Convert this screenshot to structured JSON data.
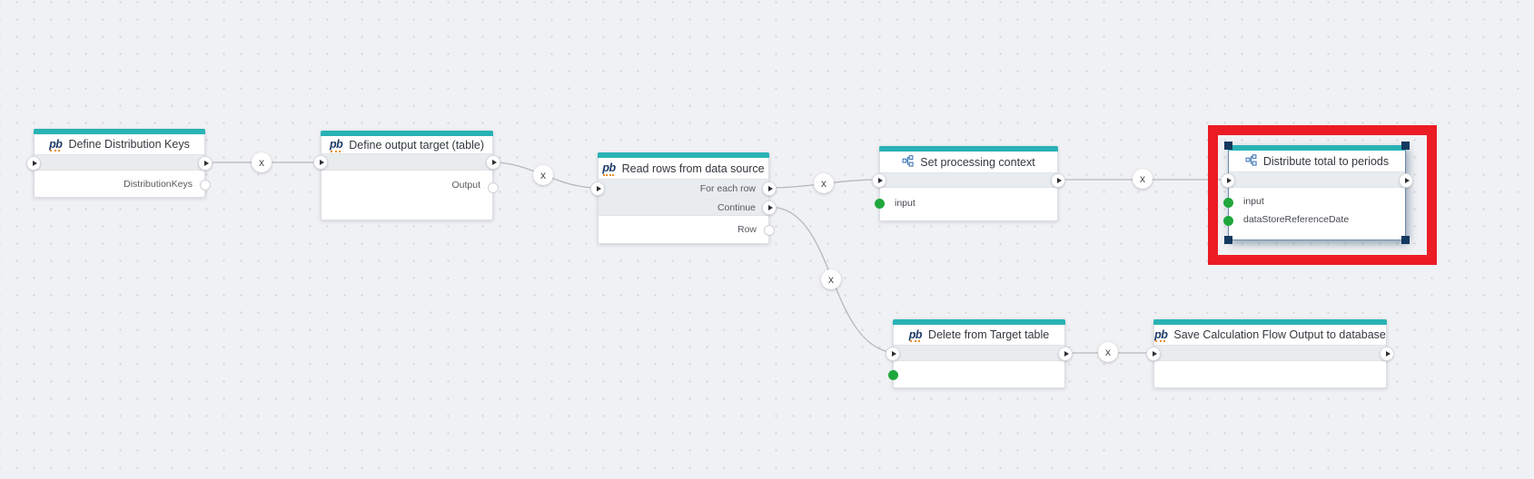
{
  "icons": {
    "pb_text": "pb"
  },
  "colors": {
    "accent_teal": "#29b2b5",
    "port_row_gray": "#e9ecef",
    "green_port": "#1fa73d",
    "highlight_red": "#ec1c24",
    "selection_handle": "#14395f",
    "wire_gray": "#b5b8bd",
    "canvas_bg": "#f0f1f4"
  },
  "nodes": [
    {
      "title": "Define Distribution Keys",
      "icon": "pb-icon",
      "output_ports": [
        "DistributionKeys"
      ]
    },
    {
      "title": "Define output target (table)",
      "icon": "pb-icon",
      "output_ports": [
        "Output"
      ]
    },
    {
      "title": "Read rows from data source",
      "icon": "pb-icon",
      "flow_out_ports": [
        "For each row",
        "Continue"
      ],
      "output_ports": [
        "Row"
      ]
    },
    {
      "title": "Set processing context",
      "icon": "flow-icon",
      "input_ports": [
        "input"
      ]
    },
    {
      "title": "Distribute total to periods",
      "icon": "flow-icon",
      "input_ports": [
        "input",
        "dataStoreReferenceDate"
      ],
      "selected": true
    },
    {
      "title": "Delete from Target table",
      "icon": "pb-icon",
      "input_ports": [
        ""
      ]
    },
    {
      "title": "Save Calculation Flow Output to database",
      "icon": "pb-icon"
    }
  ],
  "connections": [
    {
      "from": "Define Distribution Keys",
      "to": "Define output target (table)",
      "delete_button": "x"
    },
    {
      "from": "Define output target (table)",
      "to": "Read rows from data source",
      "delete_button": "x"
    },
    {
      "from": "Read rows from data source / For each row",
      "to": "Set processing context",
      "delete_button": "x"
    },
    {
      "from": "Set processing context",
      "to": "Distribute total to periods",
      "delete_button": "x"
    },
    {
      "from": "Read rows from data source / Continue",
      "to": "Delete from Target table",
      "delete_button": "x"
    },
    {
      "from": "Delete from Target table",
      "to": "Save Calculation Flow Output to database",
      "delete_button": "x"
    }
  ],
  "annotation": {
    "type": "highlight-box",
    "color": "#ec1c24",
    "target": "Distribute total to periods"
  },
  "xlabel": "x"
}
